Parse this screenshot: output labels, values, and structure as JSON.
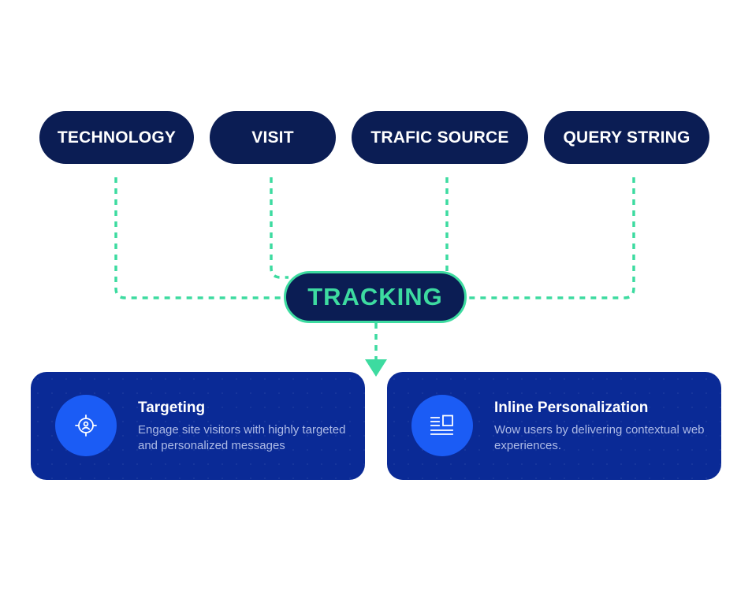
{
  "sources": [
    {
      "label": "TECHNOLOGY"
    },
    {
      "label": "VISIT"
    },
    {
      "label": "TRAFIC SOURCE"
    },
    {
      "label": "QUERY STRING"
    }
  ],
  "hub": {
    "label": "TRACKING"
  },
  "outputs": [
    {
      "title": "Targeting",
      "description": "Engage site visitors with highly targeted and personalized messages",
      "icon": "target-user-icon"
    },
    {
      "title": "Inline Personalization",
      "description": "Wow users by delivering contextual web experiences.",
      "icon": "layout-content-icon"
    }
  ],
  "colors": {
    "pill": "#0b1d54",
    "accent": "#3ddba0",
    "card": "#0a2a96",
    "icon_circle": "#1b5cf5",
    "card_text": "#aebbe6"
  }
}
